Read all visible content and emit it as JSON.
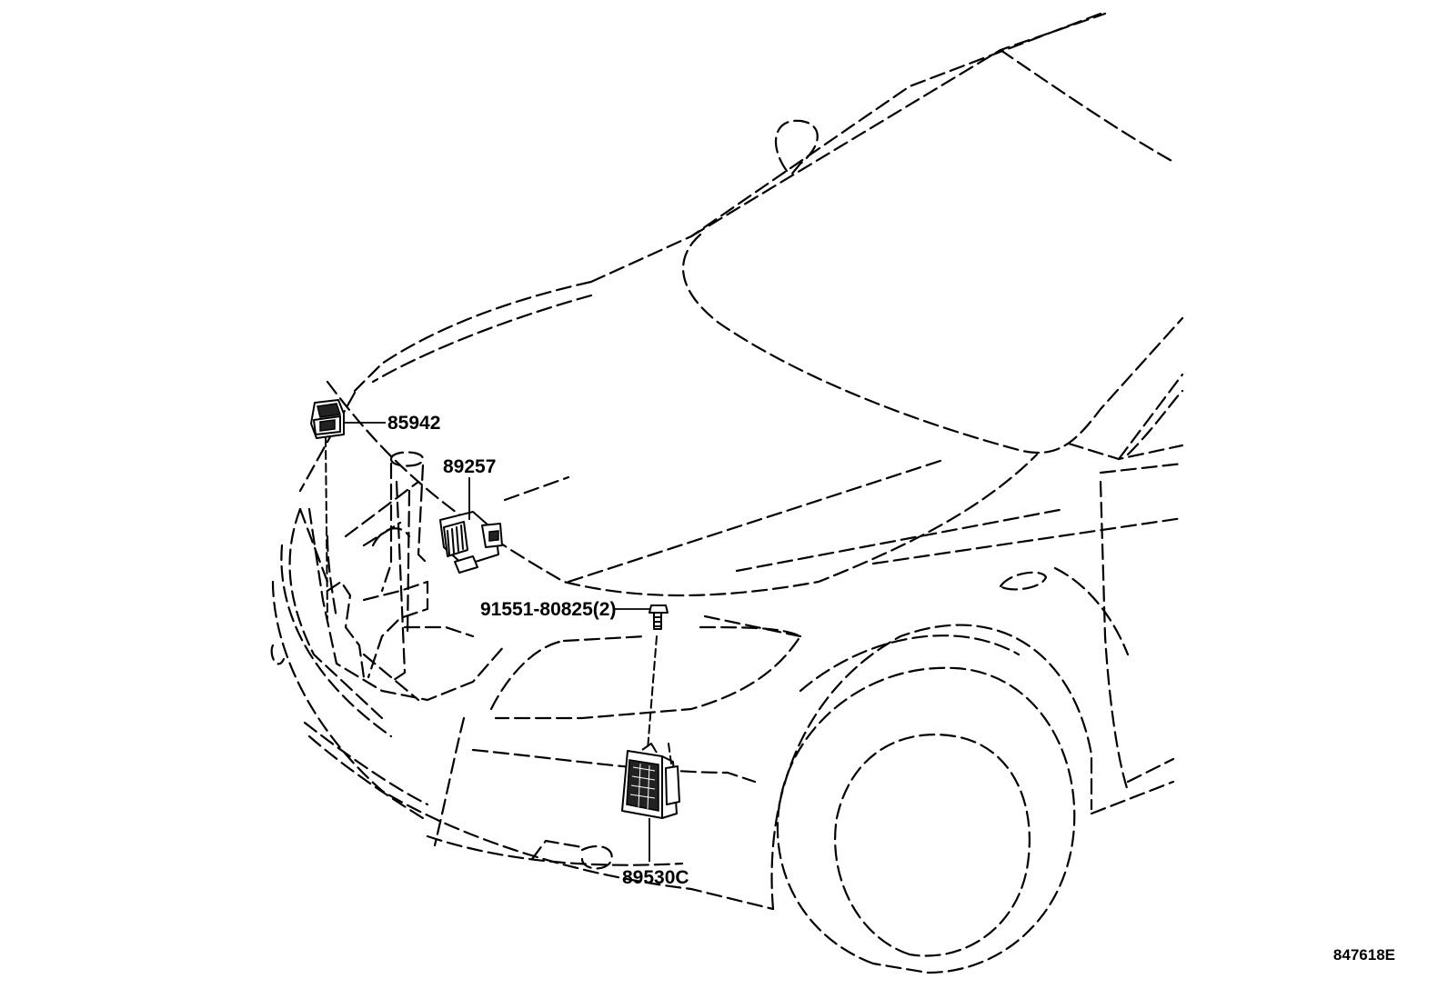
{
  "parts": {
    "p85942": "85942",
    "p89257": "89257",
    "p91551": "91551-80825(2)",
    "p89530c": "89530C"
  },
  "diagram_ref": "847618E"
}
